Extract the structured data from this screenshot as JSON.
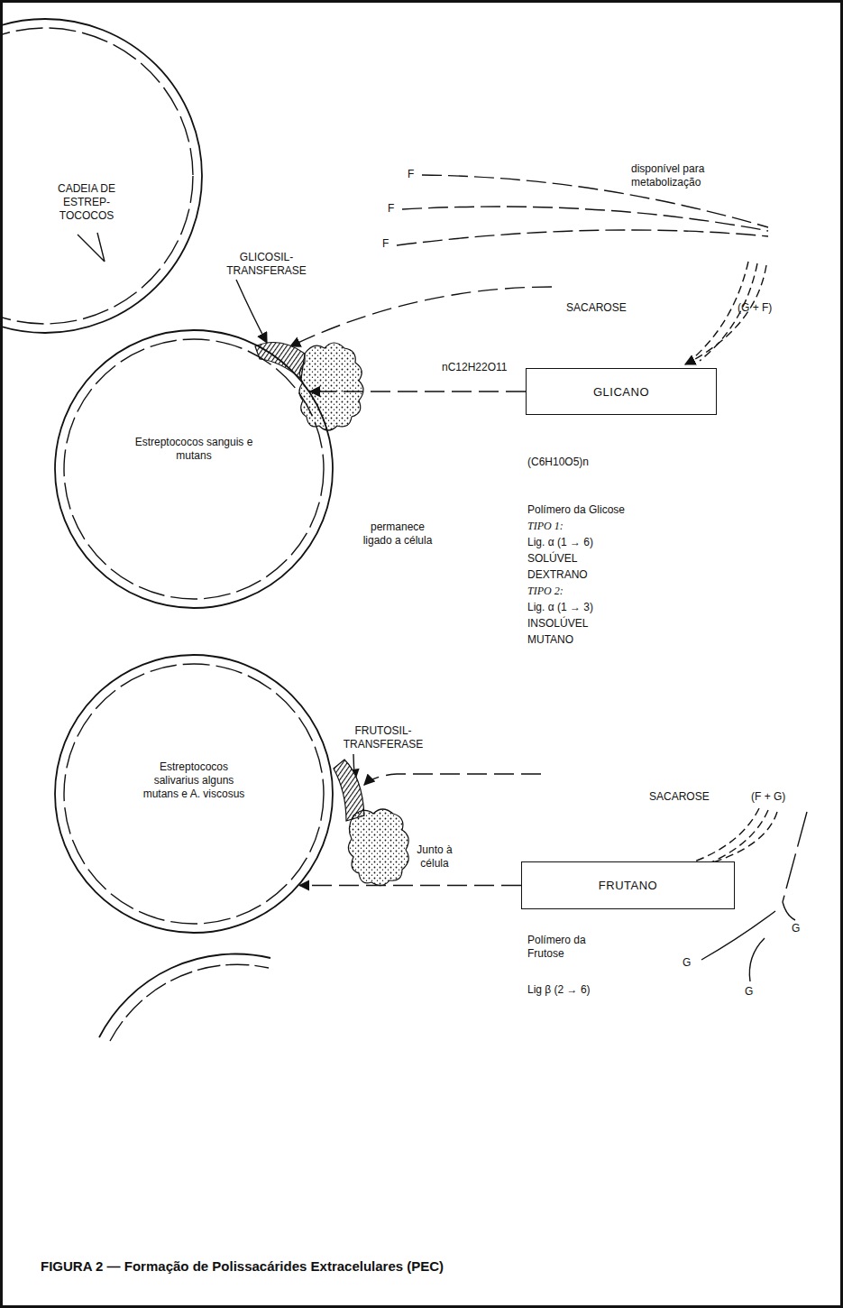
{
  "diagram": {
    "caption": "FIGURA 2 — Formação de Polissacárides Extracelulares (PEC)",
    "nodes": [
      {
        "text": [
          "CADEIA DE ESTREP-TOCOCOS"
        ]
      },
      {
        "text": [
          "Estreptococos sanguis e mutans"
        ]
      },
      {
        "text": [
          "GLICANO"
        ]
      },
      {
        "text": [
          "Estreptococos salivarius alguns mutans e A. viscosus"
        ]
      },
      {
        "text": [
          "FRUTANO"
        ]
      }
    ],
    "edges": [
      {
        "from": 2,
        "to": 1,
        "arrow": "to"
      },
      {
        "from": 4,
        "to": 3,
        "arrow": "to"
      }
    ],
    "labels": [
      "F",
      "F",
      "F",
      "disponível para metabolização",
      "GLICOSIL-TRANSFERASE",
      "SACAROSE",
      "(G + F)",
      "nC12H22O11",
      "(C6H10O5)n",
      "permanece ligado a célula",
      "Polímero da Glicose",
      "TIPO 1:",
      "Lig. α (1 → 6)",
      "SOLÚVEL",
      "DEXTRANO",
      "TIPO 2:",
      "Lig. α (1 → 3)",
      "INSOLÚVEL",
      "MUTANO",
      "FRUTOSIL-TRANSFERASE",
      "SACAROSE",
      "(F + G)",
      "Junto à célula",
      "Polímero da Frutose",
      "Lig β (2 → 6)",
      "G",
      "G",
      "G"
    ]
  }
}
